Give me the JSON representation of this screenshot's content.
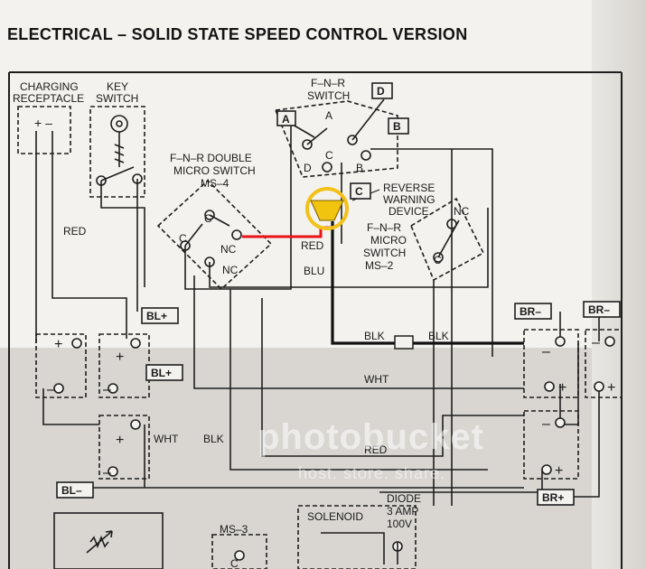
{
  "title": "ELECTRICAL – SOLID STATE SPEED CONTROL VERSION",
  "labels": {
    "charging": [
      "CHARGING",
      "RECEPTACLE"
    ],
    "charge_polarity": "+  –",
    "key": [
      "KEY",
      "SWITCH"
    ],
    "fnr_switch": [
      "F–N–R",
      "SWITCH"
    ],
    "fnr_double": [
      "F–N–R DOUBLE",
      "MICRO SWITCH",
      "MS–4"
    ],
    "reverse": [
      "REVERSE",
      "WARNING",
      "DEVICE"
    ],
    "fnr_micro": [
      "F–N–R",
      "MICRO",
      "SWITCH",
      "MS–2"
    ],
    "terminal_a": "A",
    "terminal_b": "B",
    "terminal_c": "C",
    "terminal_d": "D",
    "c": "C",
    "nc": "NC",
    "red": "RED",
    "blu": "BLU",
    "blk": "BLK",
    "wht": "WHT",
    "bl_plus": "BL+",
    "bl_minus": "BL–",
    "br_minus": "BR–",
    "br_plus": "BR+",
    "plus": "+",
    "minus": "–",
    "diode": [
      "DIODE",
      "3 AMP",
      "100V"
    ],
    "solenoid": "SOLENOID",
    "ms3": "MS–3"
  },
  "watermark": {
    "main": "photobucket",
    "sub": "host. store. share."
  },
  "colors": {
    "red_wire": "#e8141a",
    "warning_device": "#f1c40f",
    "highlight_ring": "#f2c21a",
    "ink": "#1b1b1b"
  }
}
